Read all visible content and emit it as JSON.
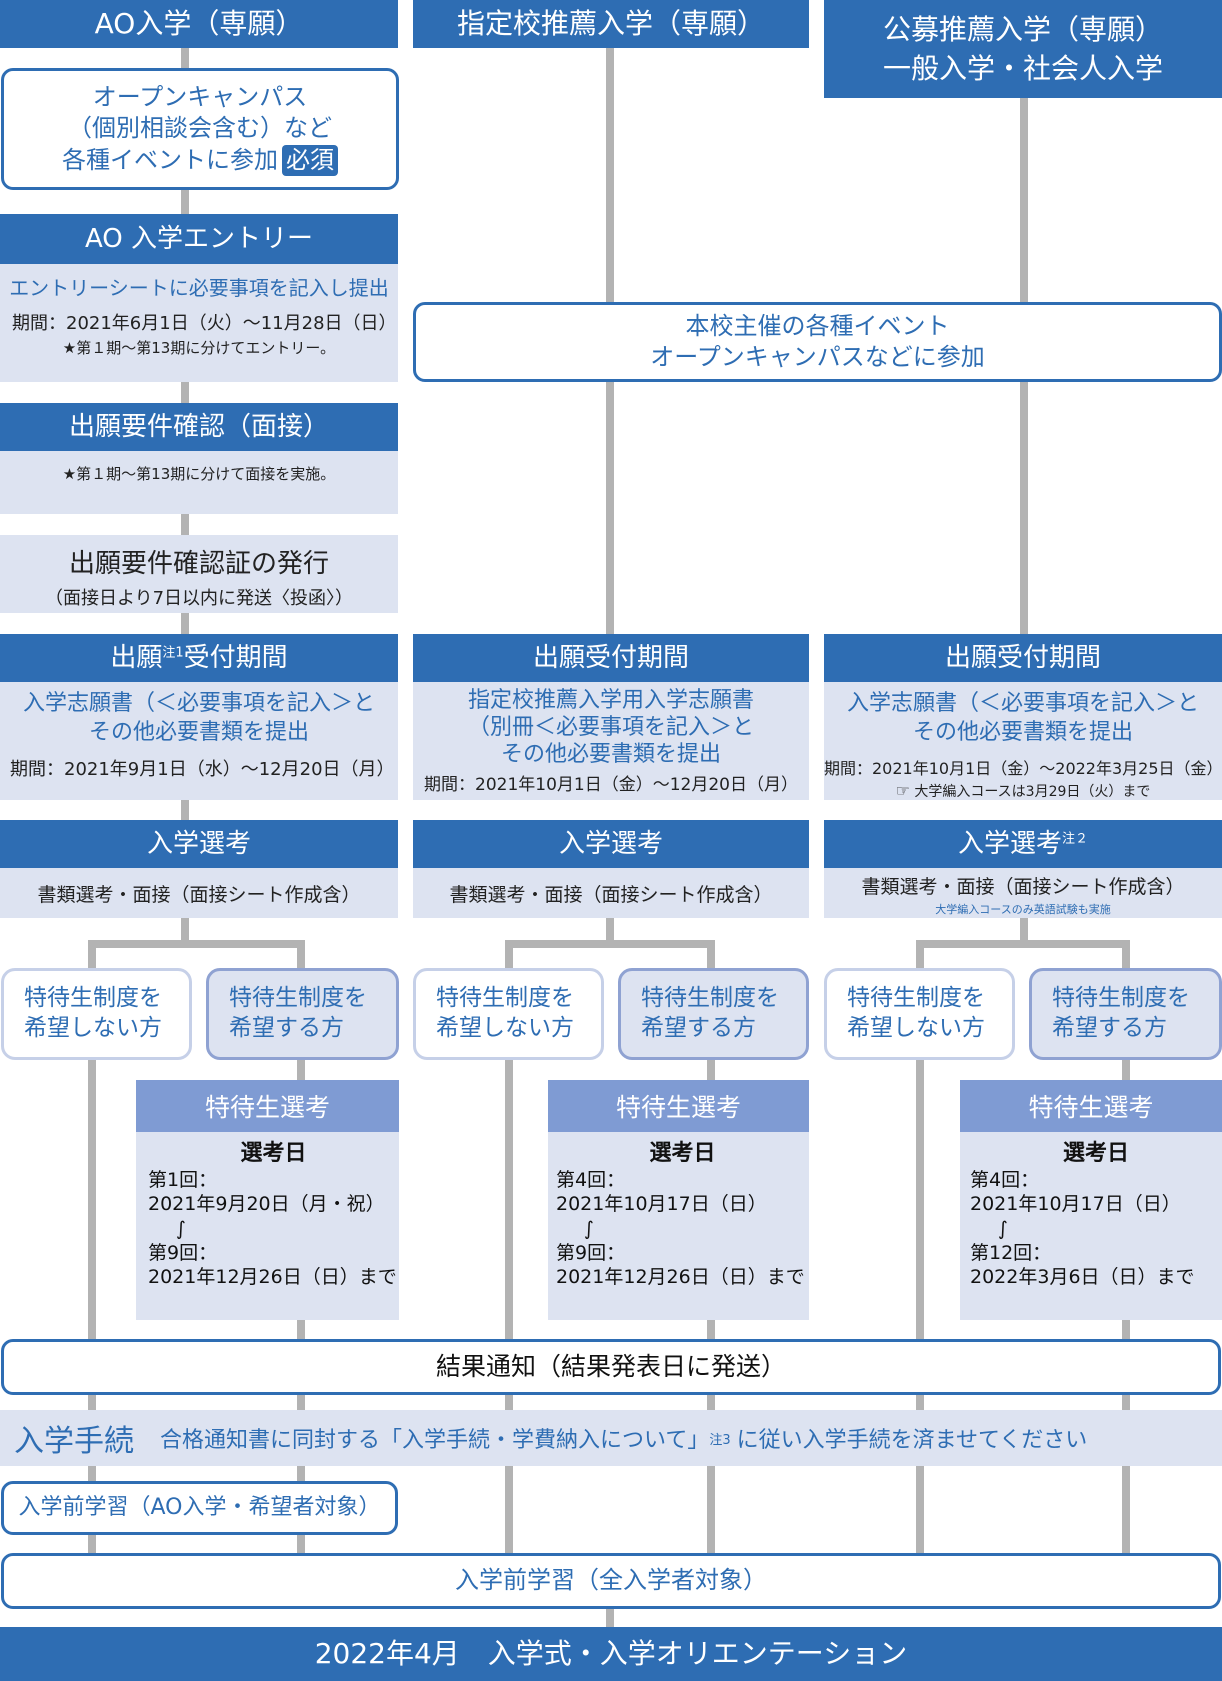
{
  "columns": {
    "ao": {
      "header": "AO入学（専願）",
      "event": {
        "line1": "オープンキャンパス",
        "line2": "（個別相談会含む）など",
        "line3": "各種イベントに参加",
        "badge": "必須"
      },
      "entry": {
        "title": "AO 入学エントリー",
        "desc": "エントリーシートに必要事項を記入し提出",
        "period": "期間：2021年6月1日（火）～11月28日（日）",
        "note": "★第１期～第13期に分けてエントリー。"
      },
      "check": {
        "title": "出願要件確認（面接）",
        "note": "★第１期～第13期に分けて面接を実施。"
      },
      "cert": {
        "title": "出願要件確認証の発行",
        "sub": "（面接日より7日以内に発送〈投函〉）"
      },
      "apply": {
        "title": "出願",
        "title_sup": "注1",
        "title_rest": "受付期間",
        "desc1": "入学志願書（＜必要事項を記入＞と",
        "desc2": "その他必要書類を提出",
        "period": "期間：2021年9月1日（水）～12月20日（月）"
      },
      "select": {
        "title": "入学選考",
        "desc": "書類選考・面接（面接シート作成含）"
      },
      "no_wish": {
        "line1": "特待生制度を",
        "line2": "希望しない方"
      },
      "wish": {
        "line1": "特待生制度を",
        "line2": "希望する方"
      },
      "tokutai": {
        "title": "特待生選考",
        "day_label": "選考日",
        "r1": "第1回：",
        "d1": "2021年9月20日（月・祝）",
        "tilde": "∫",
        "r2": "第9回：",
        "d2": "2021年12月26日（日）まで"
      }
    },
    "shitei": {
      "header": "指定校推薦入学（専願）",
      "apply": {
        "title": "出願受付期間",
        "desc1": "指定校推薦入学用入学志願書",
        "desc2": "（別冊＜必要事項を記入＞と",
        "desc3": "その他必要書類を提出",
        "period": "期間：2021年10月1日（金）～12月20日（月）"
      },
      "select": {
        "title": "入学選考",
        "desc": "書類選考・面接（面接シート作成含）"
      },
      "no_wish": {
        "line1": "特待生制度を",
        "line2": "希望しない方"
      },
      "wish": {
        "line1": "特待生制度を",
        "line2": "希望する方"
      },
      "tokutai": {
        "title": "特待生選考",
        "day_label": "選考日",
        "r1": "第4回：",
        "d1": "2021年10月17日（日）",
        "tilde": "∫",
        "r2": "第9回：",
        "d2": "2021年12月26日（日）まで"
      }
    },
    "koubo": {
      "header1": "公募推薦入学（専願）",
      "header2": "一般入学・社会人入学",
      "apply": {
        "title": "出願受付期間",
        "desc1": "入学志願書（＜必要事項を記入＞と",
        "desc2": "その他必要書類を提出",
        "period": "期間：2021年10月1日（金）～2022年3月25日（金）",
        "note": "大学編入コースは3月29日（火）まで"
      },
      "select": {
        "title": "入学選考",
        "title_sup": "注２",
        "desc": "書類選考・面接（面接シート作成含）",
        "note": "大学編入コースのみ英語試験も実施"
      },
      "no_wish": {
        "line1": "特待生制度を",
        "line2": "希望しない方"
      },
      "wish": {
        "line1": "特待生制度を",
        "line2": "希望する方"
      },
      "tokutai": {
        "title": "特待生選考",
        "day_label": "選考日",
        "r1": "第4回：",
        "d1": "2021年10月17日（日）",
        "tilde": "∫",
        "r2": "第12回：",
        "d2": "2022年3月6日（日）まで"
      }
    }
  },
  "shared_event": {
    "line1": "本校主催の各種イベント",
    "line2": "オープンキャンパスなどに参加"
  },
  "result": "結果通知（結果発表日に発送）",
  "procedure": {
    "label": "入学手続",
    "text1": "合格通知書に同封する「入学手続・学費納入について」",
    "sup": "注3",
    "text2": "に従い入学手続を済ませてください"
  },
  "pre_ao": "入学前学習（AO入学・希望者対象）",
  "pre_all": "入学前学習（全入学者対象）",
  "final": "2022年4月　入学式・入学オリエンテーション",
  "icons": {
    "pointing": "pointing-hand-icon"
  },
  "colors": {
    "primary": "#2e6db3",
    "pale": "#dde3f1",
    "medium": "#7f9bd3",
    "line": "#b3b3b3"
  }
}
